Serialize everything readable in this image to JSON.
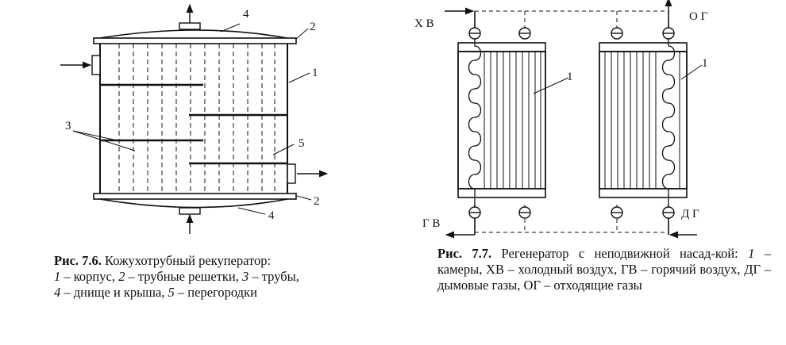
{
  "fig76": {
    "labels": {
      "shell": "1",
      "tube_sheet_top": "2",
      "tube_sheet_bottom": "2",
      "tubes": "3",
      "head_top": "4",
      "head_bottom": "4",
      "baffles": "5"
    },
    "caption": {
      "num": "Рис. 7.6.",
      "title": " Кожухотрубный рекуператор:",
      "items": [
        {
          "n": "1",
          "t": " – корпус, "
        },
        {
          "n": "2",
          "t": " – трубные решетки, "
        },
        {
          "n": "3",
          "t": " – трубы,"
        },
        {
          "n": "4",
          "t": " – днище и крыша, "
        },
        {
          "n": "5",
          "t": " – перегородки"
        }
      ]
    }
  },
  "fig77": {
    "labels": {
      "cold_air": "Х В",
      "exhaust_gas": "О Г",
      "hot_air": "Г В",
      "flue_gas": "Д Г",
      "chamber_left": "1",
      "chamber_right": "1"
    },
    "caption": {
      "num": "Рис. 7.7.",
      "title": " Регенератор с неподвижной насад-кой: ",
      "item_n": "1",
      "body": " – камеры, ХВ – холодный воздух, ГВ – горячий воздух, ДГ – дымовые газы, ОГ – отходящие газы"
    }
  }
}
